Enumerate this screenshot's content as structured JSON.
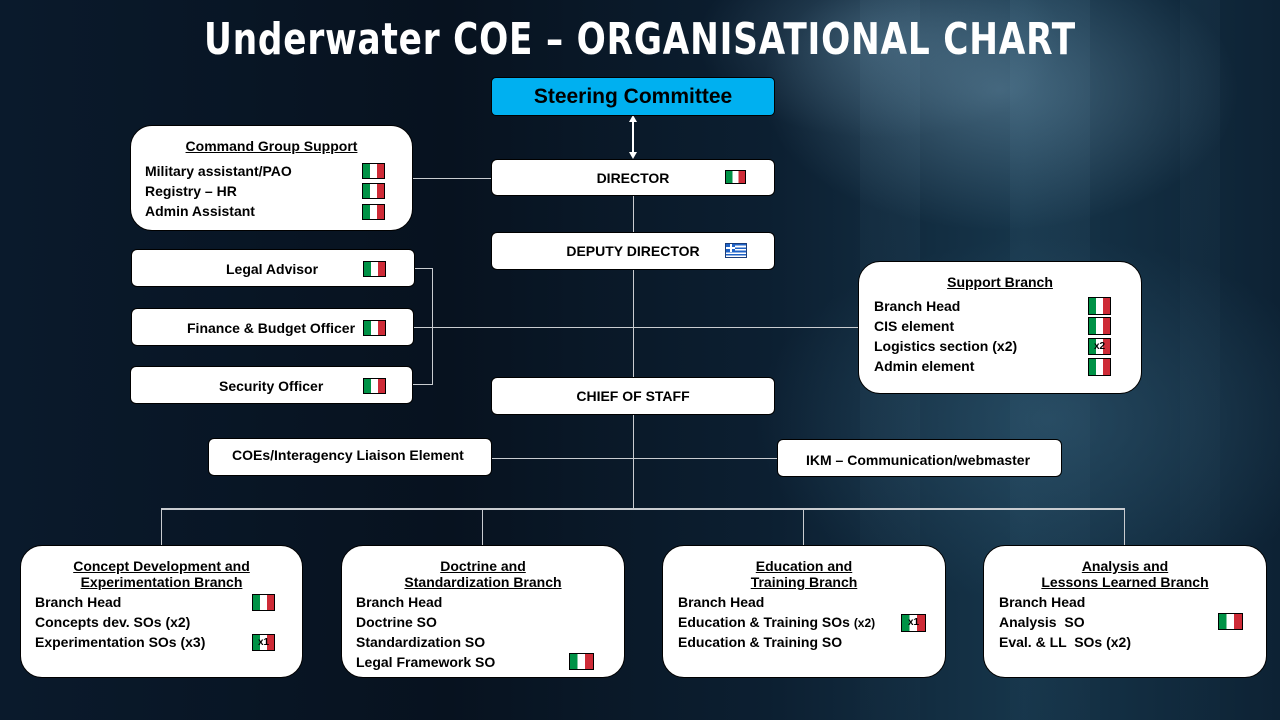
{
  "title": "Underwater COE – ORGANISATIONAL CHART",
  "colors": {
    "steering_fill": "#00b0f0",
    "box_fill": "#ffffff",
    "connector": "#c9ccd0",
    "italy_green": "#009246",
    "italy_red": "#ce2b37",
    "greece_blue": "#1f62c6"
  },
  "steering_committee": {
    "label": "Steering Committee"
  },
  "director": {
    "label": "DIRECTOR",
    "flag": "italy-flag-icon"
  },
  "deputy_director": {
    "label": "DEPUTY DIRECTOR",
    "flag": "greece-flag-icon"
  },
  "chief_of_staff": {
    "label": "CHIEF OF STAFF"
  },
  "command_group_support": {
    "heading": "Command Group Support",
    "items": [
      {
        "label": "Military assistant/PAO",
        "flag": "italy-flag-icon"
      },
      {
        "label": "Registry – HR",
        "flag": "italy-flag-icon"
      },
      {
        "label": "Admin Assistant",
        "flag": "italy-flag-icon"
      }
    ]
  },
  "advisors": [
    {
      "label": "Legal Advisor",
      "flag": "italy-flag-icon"
    },
    {
      "label": "Finance & Budget Officer",
      "flag": "italy-flag-icon"
    },
    {
      "label": "Security Officer",
      "flag": "italy-flag-icon"
    }
  ],
  "support_branch": {
    "heading": "Support Branch",
    "items": [
      {
        "label": "Branch Head",
        "flag": "italy-flag-icon",
        "flag_text": ""
      },
      {
        "label": "CIS element",
        "flag": "italy-flag-icon",
        "flag_text": ""
      },
      {
        "label": "Logistics section (x2)",
        "flag": "italy-flag-icon",
        "flag_text": "x2"
      },
      {
        "label": "Admin element",
        "flag": "italy-flag-icon",
        "flag_text": ""
      }
    ]
  },
  "liaison": {
    "label": "COEs/Interagency Liaison Element"
  },
  "ikm": {
    "label": "IKM – Communication/webmaster"
  },
  "branches": [
    {
      "heading_1": "Concept Development and",
      "heading_2": "Experimentation Branch",
      "items": [
        {
          "label": "Branch Head",
          "flag": "italy-flag-icon",
          "flag_text": ""
        },
        {
          "label": "Concepts dev. SOs (x2)"
        },
        {
          "label": "Experimentation SOs (x3)",
          "flag": "italy-flag-icon",
          "flag_text": "x1"
        }
      ]
    },
    {
      "heading_1": "Doctrine and",
      "heading_2": "Standardization Branch",
      "items": [
        {
          "label": "Branch Head"
        },
        {
          "label": "Doctrine SO"
        },
        {
          "label": "Standardization SO"
        },
        {
          "label": "Legal Framework SO",
          "flag": "italy-flag-icon",
          "flag_text": ""
        }
      ]
    },
    {
      "heading_1": "Education and",
      "heading_2": "Training Branch",
      "items": [
        {
          "label": "Branch Head"
        },
        {
          "label": "Education & Training SOs",
          "suffix": "(x2)",
          "flag": "italy-flag-icon",
          "flag_text": "x1"
        },
        {
          "label": "Education & Training SO"
        }
      ]
    },
    {
      "heading_1": "Analysis and",
      "heading_2": "Lessons Learned Branch",
      "items": [
        {
          "label": "Branch Head"
        },
        {
          "label": "Analysis  SO",
          "flag": "italy-flag-icon",
          "flag_text": ""
        },
        {
          "label": "Eval. & LL  SOs (x2)"
        }
      ]
    }
  ]
}
